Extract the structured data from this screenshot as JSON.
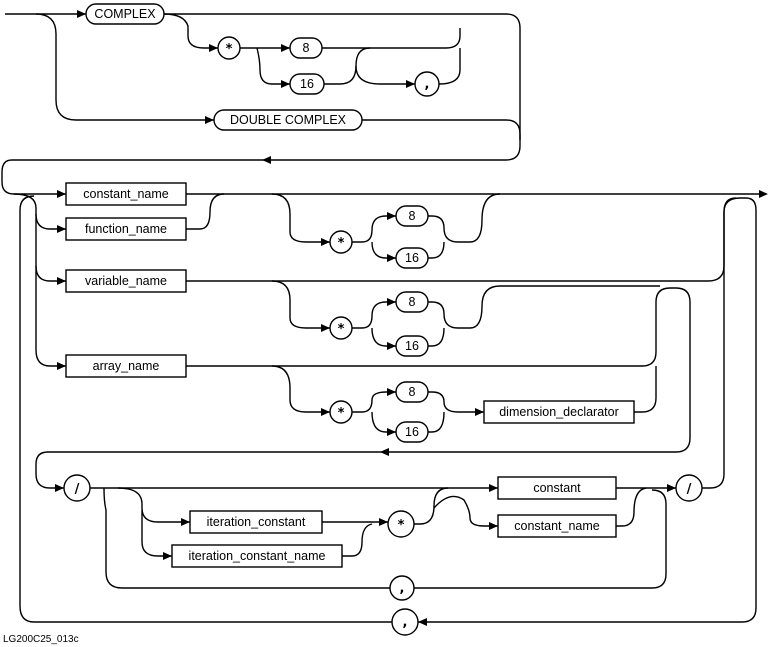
{
  "keywords": {
    "complex": "COMPLEX",
    "double_complex": "DOUBLE COMPLEX"
  },
  "terminals": {
    "star": "*",
    "eight": "8",
    "sixteen": "16",
    "comma": ",",
    "slash": "/"
  },
  "nonterminals": {
    "constant_name": "constant_name",
    "function_name": "function_name",
    "variable_name": "variable_name",
    "array_name": "array_name",
    "dimension_declarator": "dimension_declarator",
    "iteration_constant": "iteration_constant",
    "iteration_constant_name": "iteration_constant_name",
    "constant": "constant"
  },
  "figure_id": "LG200C25_013c"
}
